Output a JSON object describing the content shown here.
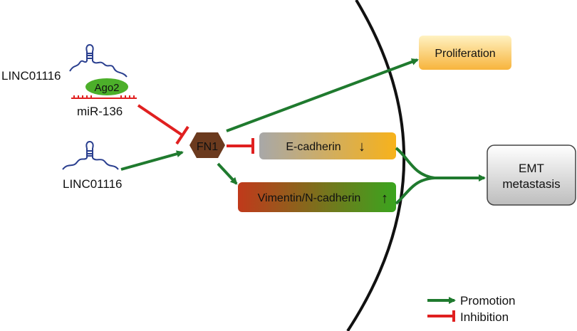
{
  "labels": {
    "linc_top": "LINC01116",
    "ago2": "Ago2",
    "mir": "miR-136",
    "linc_bottom": "LINC01116",
    "fn1": "FN1",
    "proliferation": "Proliferation",
    "ecadherin": "E-cadherin",
    "ecadherin_arrow": "↓",
    "vimentin": "Vimentin/N-cadherin",
    "vimentin_arrow": "↑",
    "emt_line1": "EMT",
    "emt_line2": "metastasis",
    "legend_promotion": "Promotion",
    "legend_inhibition": "Inhibition"
  },
  "colors": {
    "promotion": "#1f7a2e",
    "inhibition": "#e02020",
    "fn1_fill": "#6b3a1e",
    "ago2_fill": "#4caf2a",
    "rna": "#2a3f8f",
    "membrane": "#111111"
  }
}
